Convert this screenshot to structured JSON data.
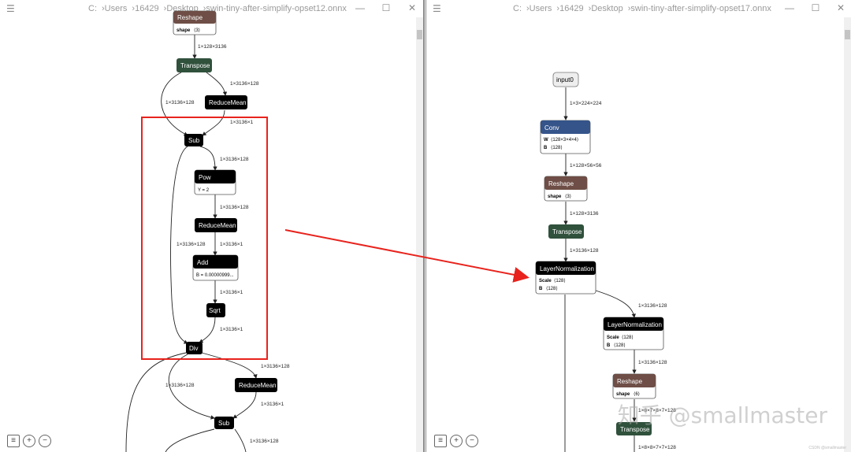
{
  "left": {
    "path": [
      "C:",
      "Users",
      "16429",
      "Desktop",
      "swin-tiny-after-simplify-opset12.onnx"
    ],
    "nodes": {
      "reshape": "Reshape",
      "reshape_attr_key": "shape",
      "reshape_attr_val": "⟨3⟩",
      "transpose": "Transpose",
      "reducemean1": "ReduceMean",
      "sub1": "Sub",
      "pow": "Pow",
      "pow_attr": "Y = 2",
      "reducemean2": "ReduceMean",
      "add": "Add",
      "add_attr": "B = 0.00000999...",
      "sqrt": "Sqrt",
      "div": "Div",
      "reducemean3": "ReduceMean",
      "sub2": "Sub"
    },
    "edges": {
      "e1": "1×128×3136",
      "e2": "1×3136×128",
      "e3": "1×3136×128",
      "e4": "1×3136×1",
      "e5": "1×3136×128",
      "e6": "1×3136×128",
      "e7": "1×3136×128",
      "e8": "1×3136×1",
      "e9": "1×3136×1",
      "e10": "1×3136×1",
      "e11": "1×3136×128",
      "e12": "1×3136×128",
      "e13": "1×3136×1",
      "e14": "1×3136×128"
    }
  },
  "right": {
    "path": [
      "C:",
      "Users",
      "16429",
      "Desktop",
      "swin-tiny-after-simplify-opset17.onnx"
    ],
    "nodes": {
      "input": "input0",
      "conv": "Conv",
      "conv_w_key": "W",
      "conv_w_val": "⟨128×3×4×4⟩",
      "conv_b_key": "B",
      "conv_b_val": "⟨128⟩",
      "reshape": "Reshape",
      "reshape_attr_key": "shape",
      "reshape_attr_val": "⟨3⟩",
      "transpose": "Transpose",
      "ln1": "LayerNormalization",
      "ln1_scale_key": "Scale",
      "ln1_scale_val": "⟨128⟩",
      "ln1_b_key": "B",
      "ln1_b_val": "⟨128⟩",
      "ln2": "LayerNormalization",
      "ln2_scale_key": "Scale",
      "ln2_scale_val": "⟨128⟩",
      "ln2_b_key": "B",
      "ln2_b_val": "⟨128⟩",
      "reshape2": "Reshape",
      "reshape2_attr_key": "shape",
      "reshape2_attr_val": "⟨6⟩",
      "transpose2": "Transpose"
    },
    "edges": {
      "e1": "1×3×224×224",
      "e2": "1×128×56×56",
      "e3": "1×128×3136",
      "e4": "1×3136×128",
      "e5": "1×3136×128",
      "e6": "1×3136×128",
      "e7": "1×8×7×8×7×128",
      "e8": "1×8×8×7×7×128"
    }
  },
  "watermark": "知乎 @smallmaster",
  "watermark_small": "CSDN @smallmaster",
  "colors": {
    "reshape": "#6e4e46",
    "transpose": "#30513c",
    "conv": "#34548a",
    "black": "#000000",
    "highlight": "#e8231d",
    "arrow": "#e8231d"
  }
}
